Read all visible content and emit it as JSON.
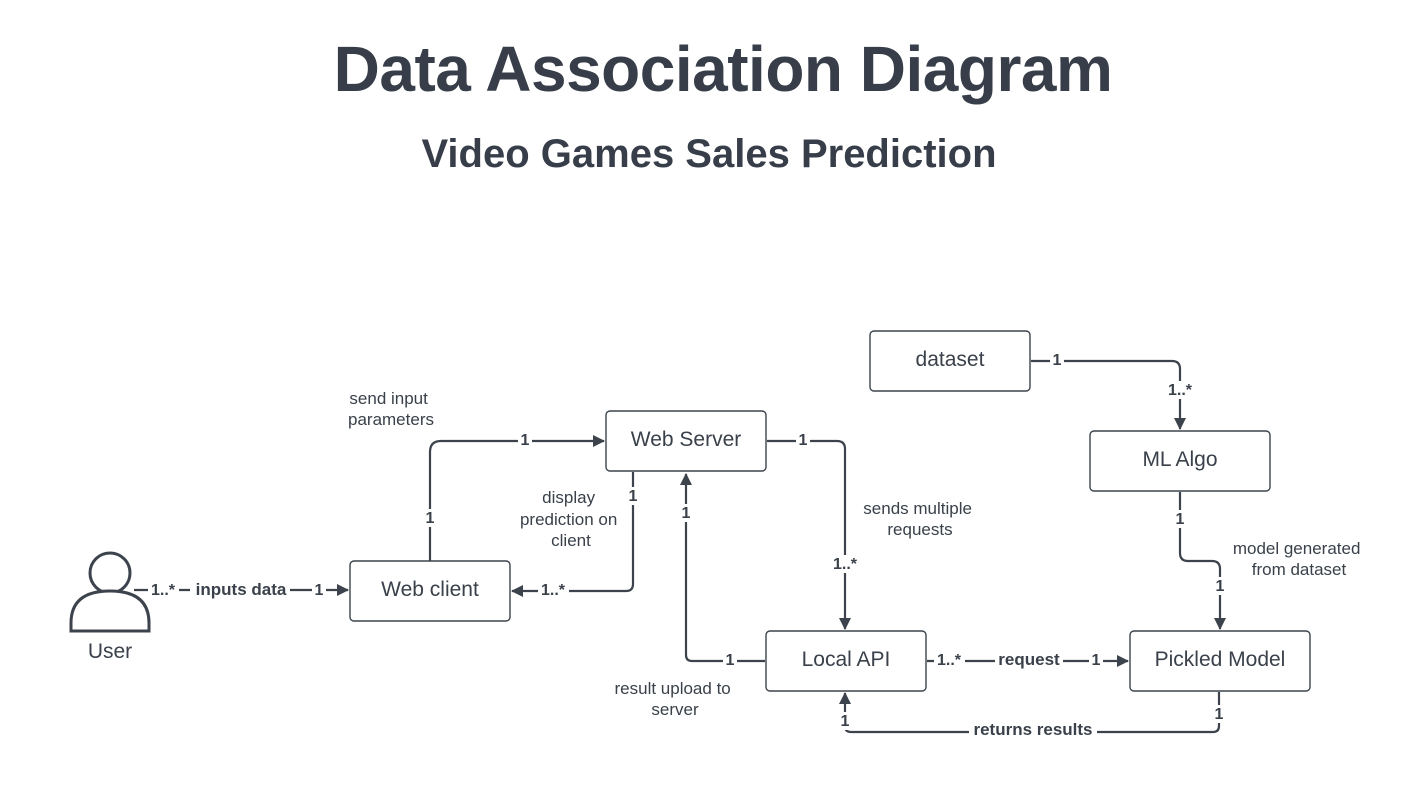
{
  "title": "Data Association Diagram",
  "subtitle": "Video Games Sales Prediction",
  "actor": {
    "label": "User",
    "icon": "user-icon"
  },
  "boxes": {
    "web_client": "Web client",
    "web_server": "Web Server",
    "local_api": "Local API",
    "pickled_model": "Pickled Model",
    "ml_algo": "ML Algo",
    "dataset": "dataset"
  },
  "relations": {
    "inputs_data": "inputs data",
    "request": "request",
    "returns_results": "returns results"
  },
  "notes": {
    "send_input": [
      "send input",
      "parameters"
    ],
    "display_prediction": [
      "display",
      "prediction on",
      "client"
    ],
    "sends_multiple": [
      "sends multiple",
      "requests"
    ],
    "result_upload": [
      "result upload to",
      "server"
    ],
    "model_generated": [
      "model generated",
      "from dataset"
    ]
  },
  "multiplicities": {
    "user_one_many": "1..*",
    "webclient_from_user": "1",
    "webclient_up": "1",
    "webserver_from_client": "1",
    "webserver_down": "1",
    "webclient_from_server": "1..*",
    "webserver_up": "1",
    "localapi_left": "1",
    "webserver_right": "1",
    "localapi_from_server": "1..*",
    "localapi_right": "1..*",
    "pickled_from_api": "1",
    "pickled_down": "1",
    "localapi_return": "1",
    "dataset_right": "1",
    "mlalgo_from_dataset": "1..*",
    "mlalgo_down": "1",
    "pickled_from_algo": "1"
  },
  "colors": {
    "stroke": "#3c434c",
    "text": "#3a414a",
    "background": "#ffffff"
  }
}
